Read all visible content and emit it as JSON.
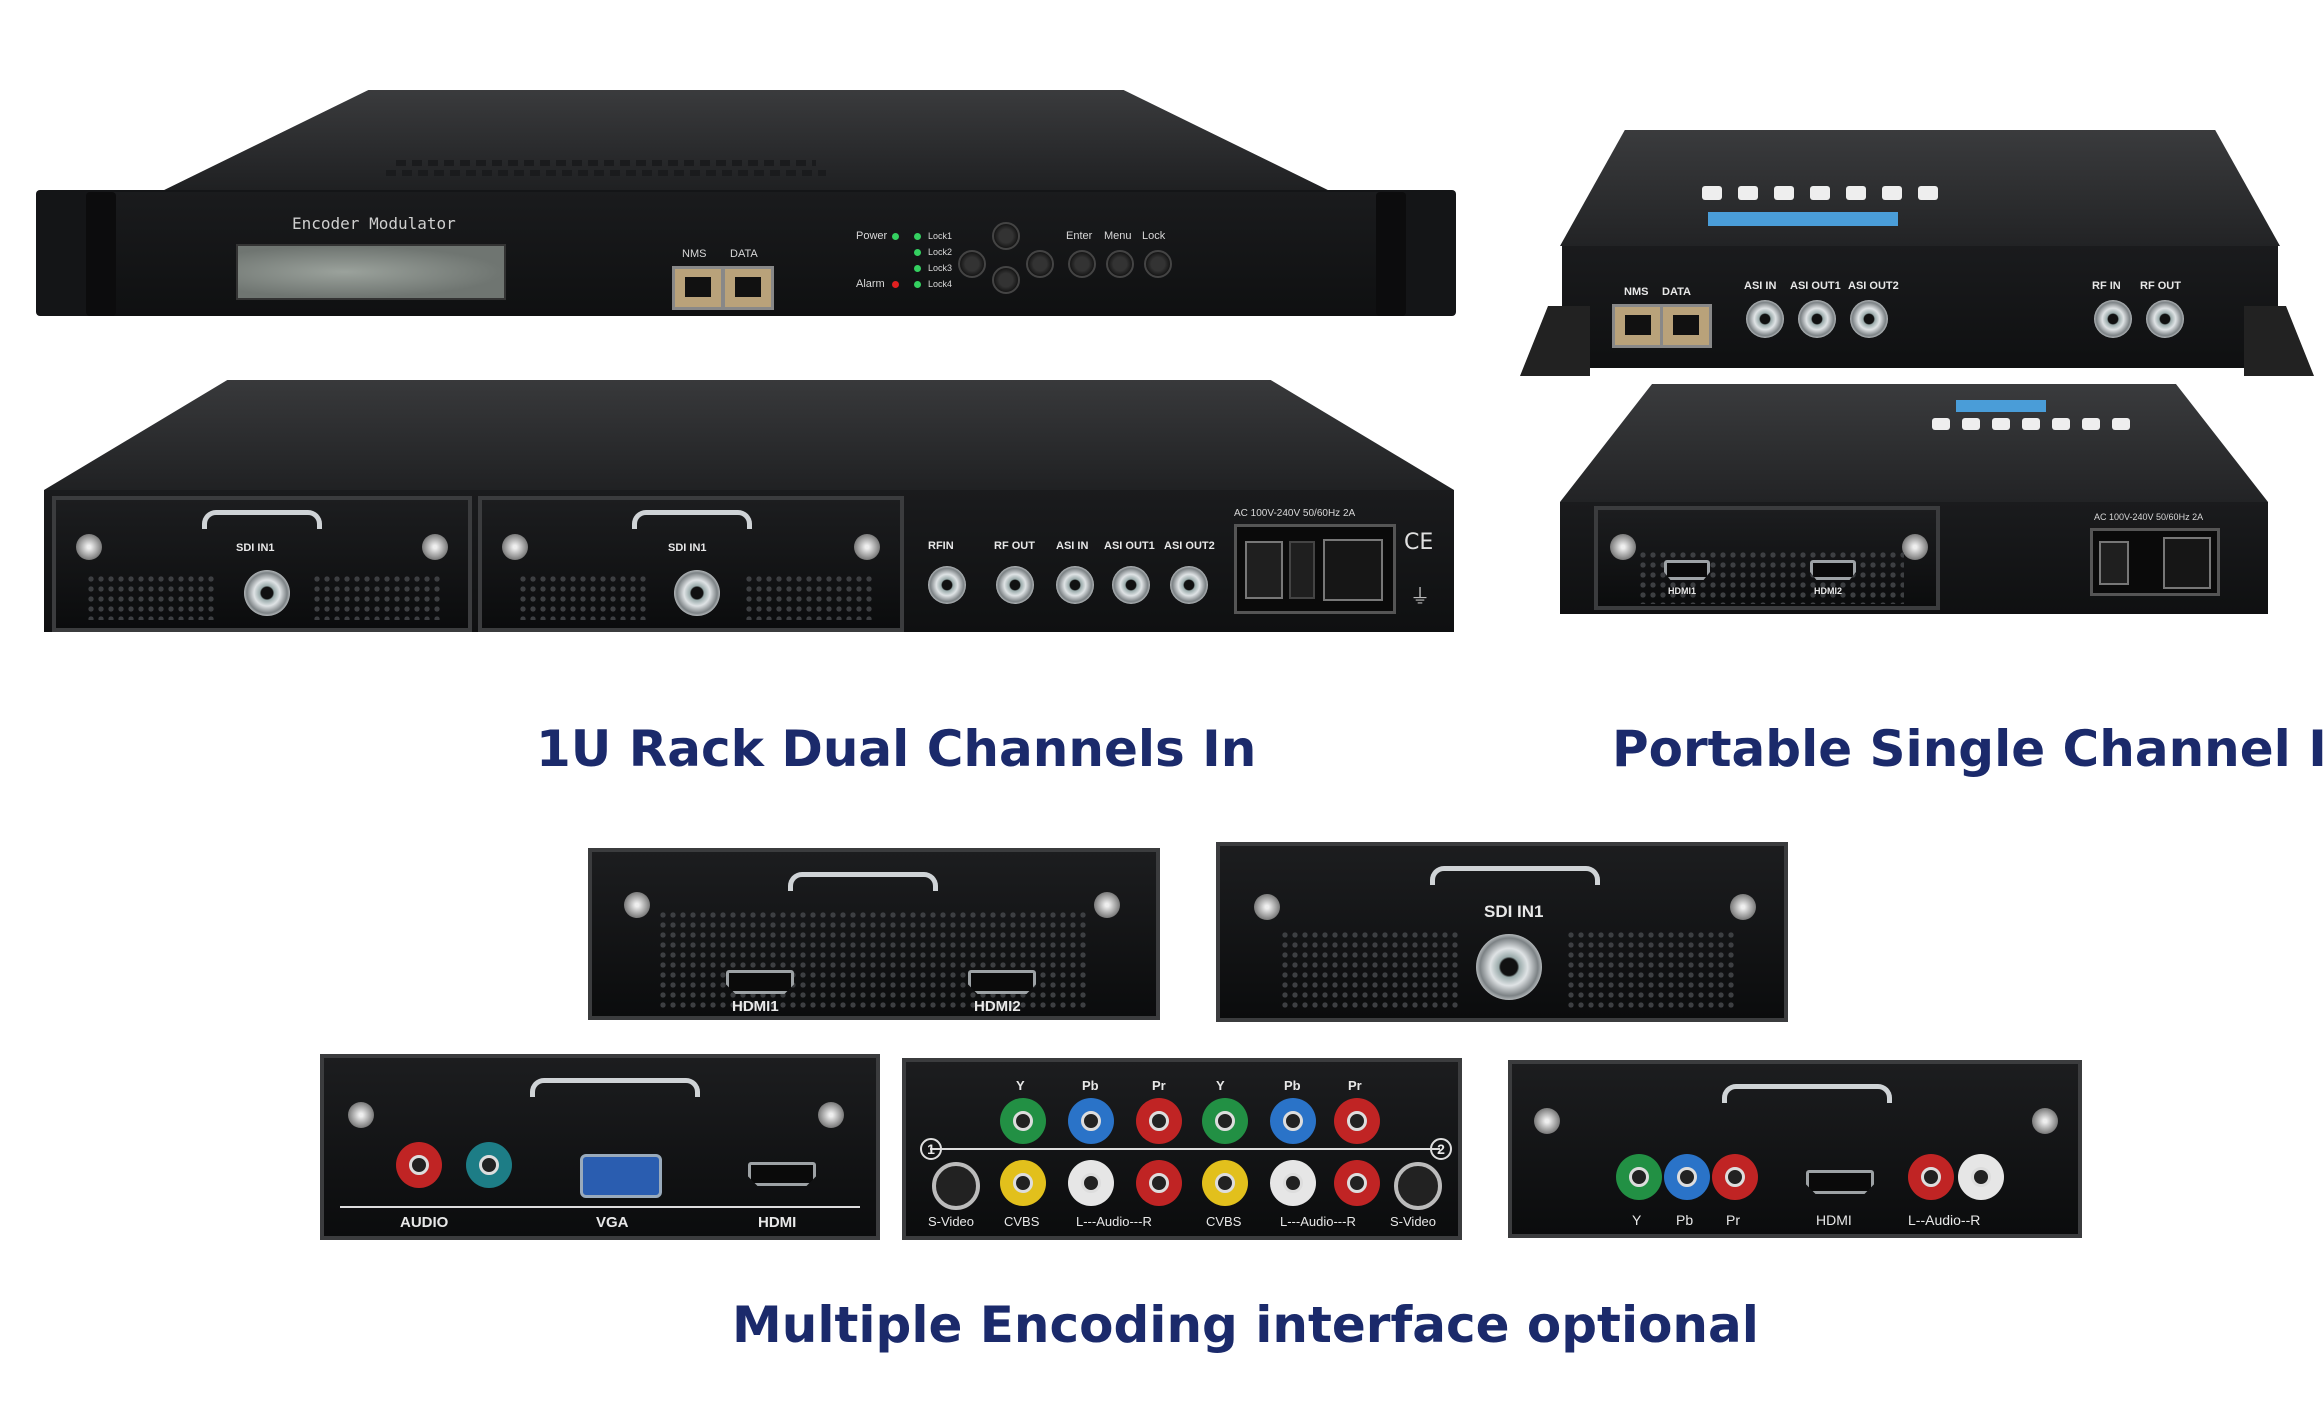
{
  "captions": {
    "rack": "1U Rack Dual Channels In",
    "portable": "Portable Single Channel In",
    "interfaces": "Multiple Encoding interface optional"
  },
  "rack_front": {
    "title": "Encoder Modulator",
    "ports": [
      "NMS",
      "DATA"
    ],
    "power_label": "Power",
    "alarm_label": "Alarm",
    "locks": [
      "Lock1",
      "Lock2",
      "Lock3",
      "Lock4"
    ],
    "buttons": [
      "Enter",
      "Menu",
      "Lock"
    ],
    "colors": {
      "power_led": "#34d060",
      "alarm_led": "#e02020"
    }
  },
  "rack_rear": {
    "card1_label": "SDI IN1",
    "card2_label": "SDI IN1",
    "ports": [
      "RFIN",
      "RF OUT",
      "ASI IN",
      "ASI OUT1",
      "ASI OUT2"
    ],
    "power_spec": "AC  100V-240V  50/60Hz  2A",
    "ce_mark": "CE"
  },
  "portable_rear": {
    "ports": [
      "NMS",
      "DATA",
      "ASI IN",
      "ASI OUT1",
      "ASI OUT2",
      "RF IN",
      "RF OUT"
    ]
  },
  "portable_rear2": {
    "hdmi": [
      "HDMI1",
      "HDMI2"
    ],
    "power_spec": "AC  100V-240V  50/60Hz  2A"
  },
  "modules": {
    "hdmi2": {
      "labels": [
        "HDMI1",
        "HDMI2"
      ]
    },
    "sdi": {
      "label": "SDI IN1"
    },
    "av": {
      "labels": [
        "AUDIO",
        "VGA",
        "HDMI"
      ]
    },
    "ypbpr": {
      "top": [
        "Y",
        "Pb",
        "Pr",
        "Y",
        "Pb",
        "Pr"
      ],
      "bottom": [
        "S-Video",
        "CVBS",
        "L---Audio---R",
        "CVBS",
        "L---Audio---R",
        "S-Video"
      ],
      "channels": [
        "1",
        "2"
      ]
    },
    "component": {
      "labels": [
        "Y",
        "Pb",
        "Pr",
        "HDMI",
        "L--Audio--R"
      ]
    }
  }
}
